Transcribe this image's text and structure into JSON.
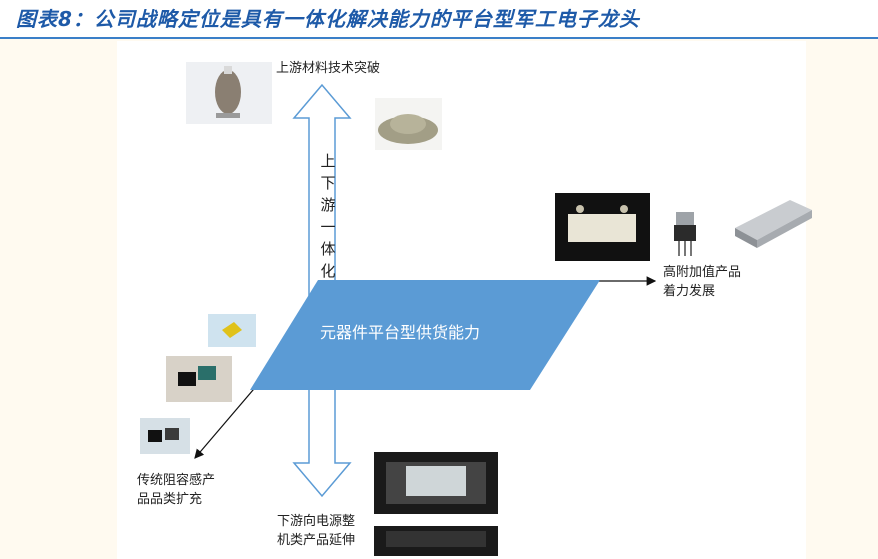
{
  "header": {
    "title": "图表8：公司战略定位是具有一体化解决能力的平台型军工电子龙头"
  },
  "diagram": {
    "center_label": "元器件平台型供货能力",
    "vertical_axis_chars": [
      "上",
      "下",
      "游",
      "一",
      "体",
      "化"
    ],
    "top_label": "上游材料技术突破",
    "right_label_line1": "高附加值产品",
    "right_label_line2": "着力发展",
    "left_label_line1": "传统阻容感产",
    "left_label_line2": "品品类扩充",
    "bottom_label_line1": "下游向电源整",
    "bottom_label_line2": "机类产品延伸"
  },
  "colors": {
    "title": "#1e5aa8",
    "rule": "#3a7fc8",
    "parallelogram": "#5b9bd5",
    "page": "#fffaf0"
  }
}
